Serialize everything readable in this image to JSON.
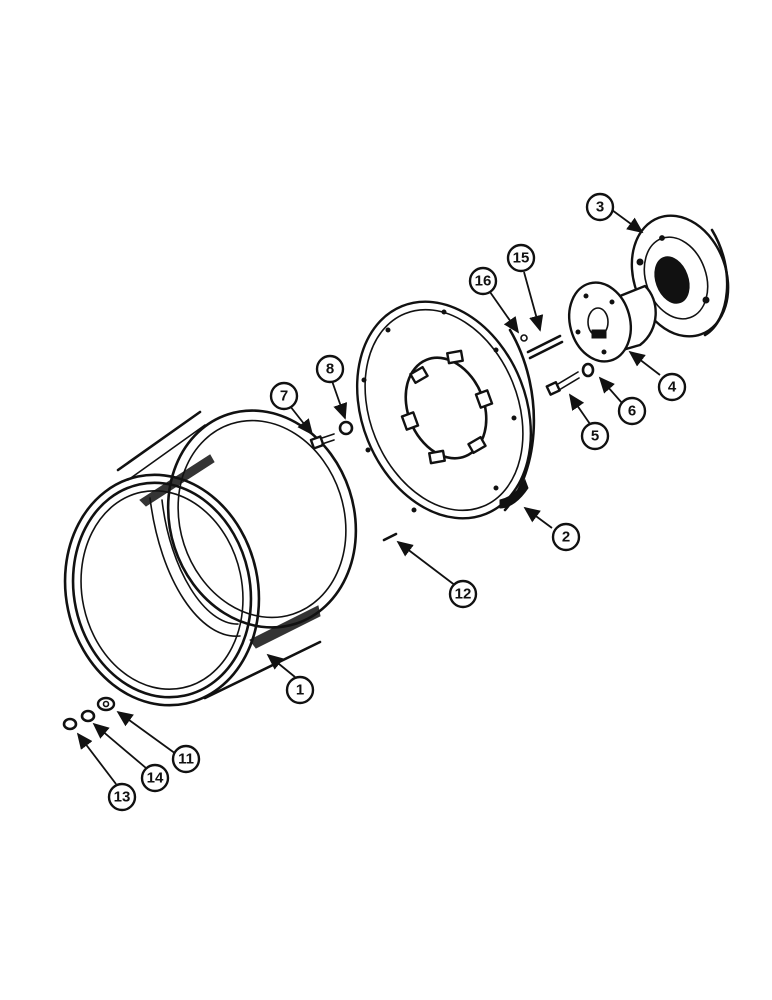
{
  "callouts": [
    {
      "id": "c1",
      "label": "1"
    },
    {
      "id": "c2",
      "label": "2"
    },
    {
      "id": "c3",
      "label": "3"
    },
    {
      "id": "c4",
      "label": "4"
    },
    {
      "id": "c5",
      "label": "5"
    },
    {
      "id": "c6",
      "label": "6"
    },
    {
      "id": "c7",
      "label": "7"
    },
    {
      "id": "c8",
      "label": "8"
    },
    {
      "id": "c11",
      "label": "11"
    },
    {
      "id": "c12",
      "label": "12"
    },
    {
      "id": "c13",
      "label": "13"
    },
    {
      "id": "c14",
      "label": "14"
    },
    {
      "id": "c15",
      "label": "15"
    },
    {
      "id": "c16",
      "label": "16"
    }
  ]
}
